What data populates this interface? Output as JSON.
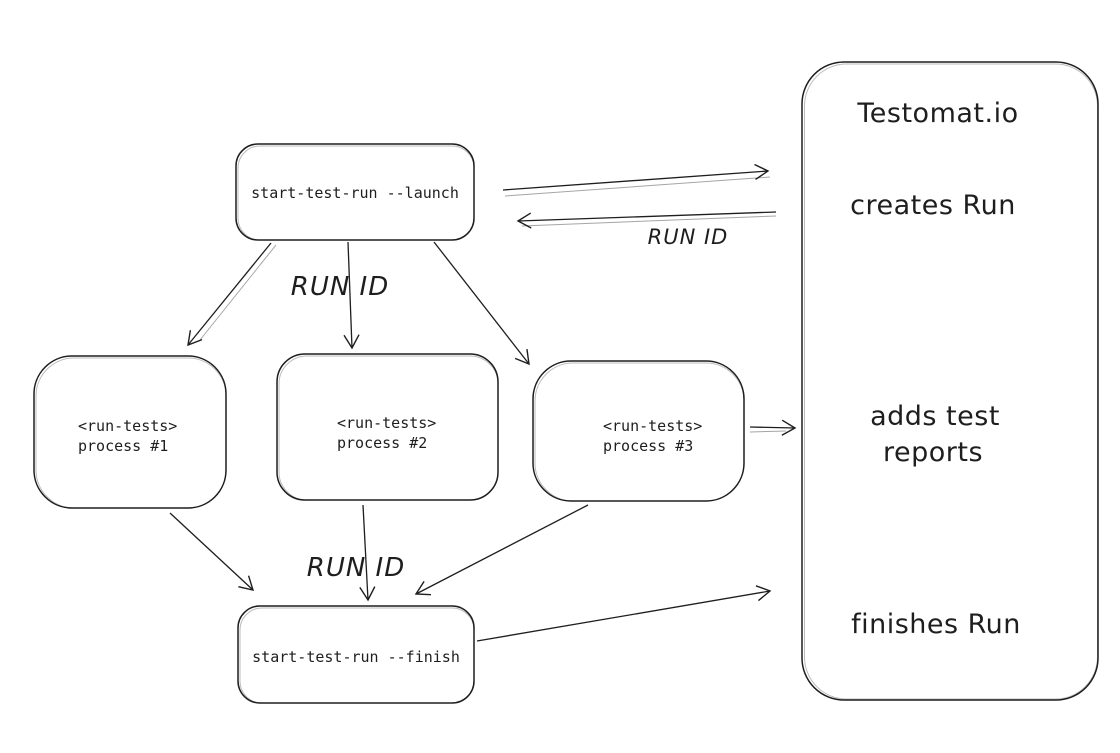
{
  "diagram": {
    "colors": {
      "background": "#ffffff",
      "stroke": "#1e1e1e",
      "text": "#1e1e1e"
    },
    "nodes": {
      "launch": {
        "label": "start-test-run --launch"
      },
      "process1": {
        "line1": "<run-tests>",
        "line2": "process #1"
      },
      "process2": {
        "line1": "<run-tests>",
        "line2": "process #2"
      },
      "process3": {
        "line1": "<run-tests>",
        "line2": "process #3"
      },
      "finish": {
        "label": "start-test-run --finish"
      },
      "testomat": {
        "title": "Testomat.io",
        "creates": "creates Run",
        "adds_line1": "adds test",
        "adds_line2": "reports",
        "finishes": "finishes Run"
      }
    },
    "labels": {
      "run_id_launch": "RUN ID",
      "run_id_return": "RUN ID",
      "run_id_finish": "RUN ID"
    }
  }
}
